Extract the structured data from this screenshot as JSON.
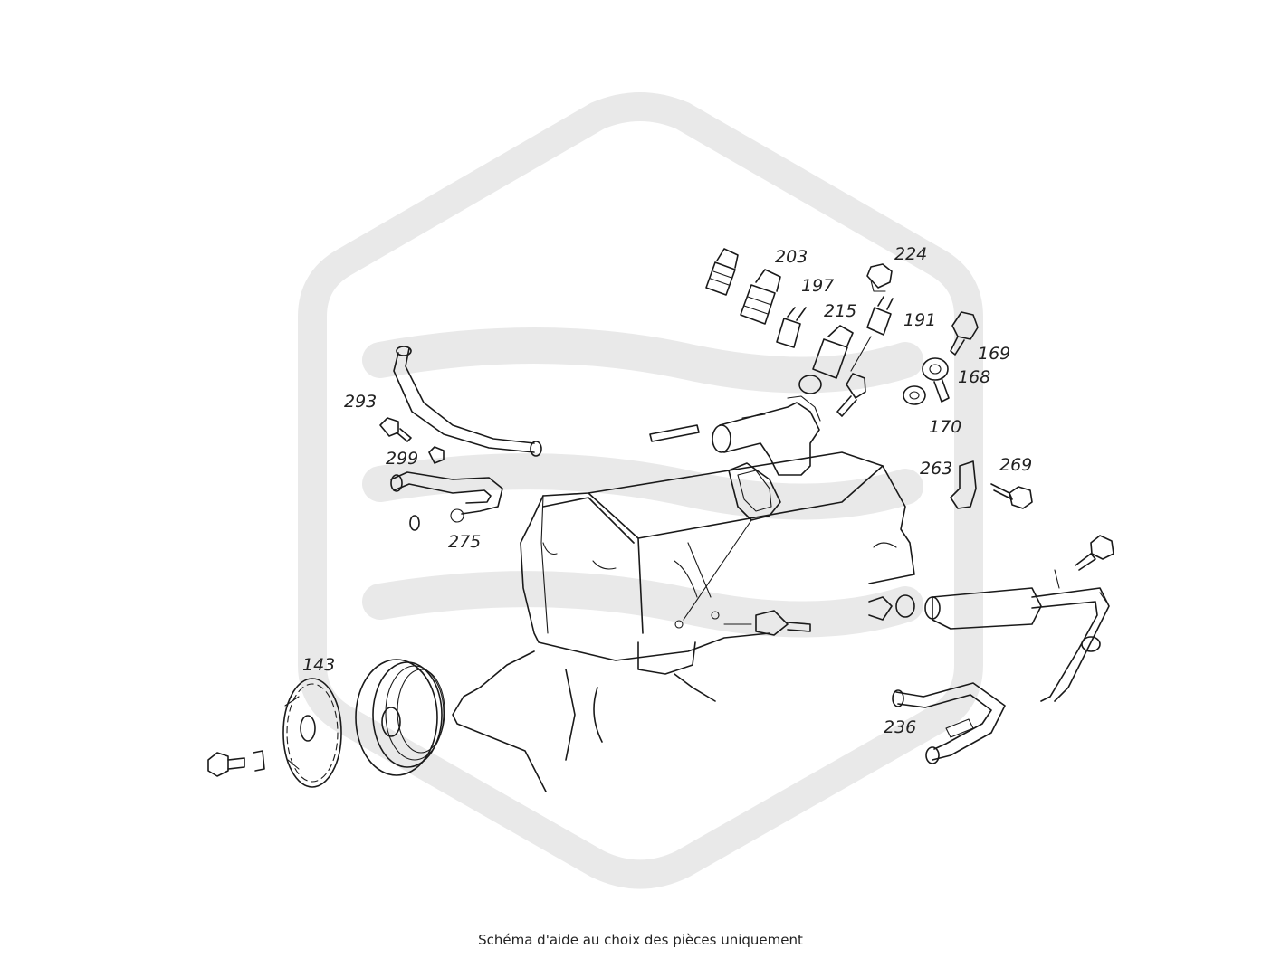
{
  "labels": [
    {
      "id": "143",
      "text": "143"
    },
    {
      "id": "168",
      "text": "168"
    },
    {
      "id": "169",
      "text": "169"
    },
    {
      "id": "170",
      "text": "170"
    },
    {
      "id": "191",
      "text": "191"
    },
    {
      "id": "197",
      "text": "197"
    },
    {
      "id": "203",
      "text": "203"
    },
    {
      "id": "215",
      "text": "215"
    },
    {
      "id": "224",
      "text": "224"
    },
    {
      "id": "236",
      "text": "236"
    },
    {
      "id": "263",
      "text": "263"
    },
    {
      "id": "269",
      "text": "269"
    },
    {
      "id": "275",
      "text": "275"
    },
    {
      "id": "293",
      "text": "293"
    },
    {
      "id": "299",
      "text": "299"
    }
  ],
  "caption": "Schéma d'aide au choix des pièces uniquement"
}
